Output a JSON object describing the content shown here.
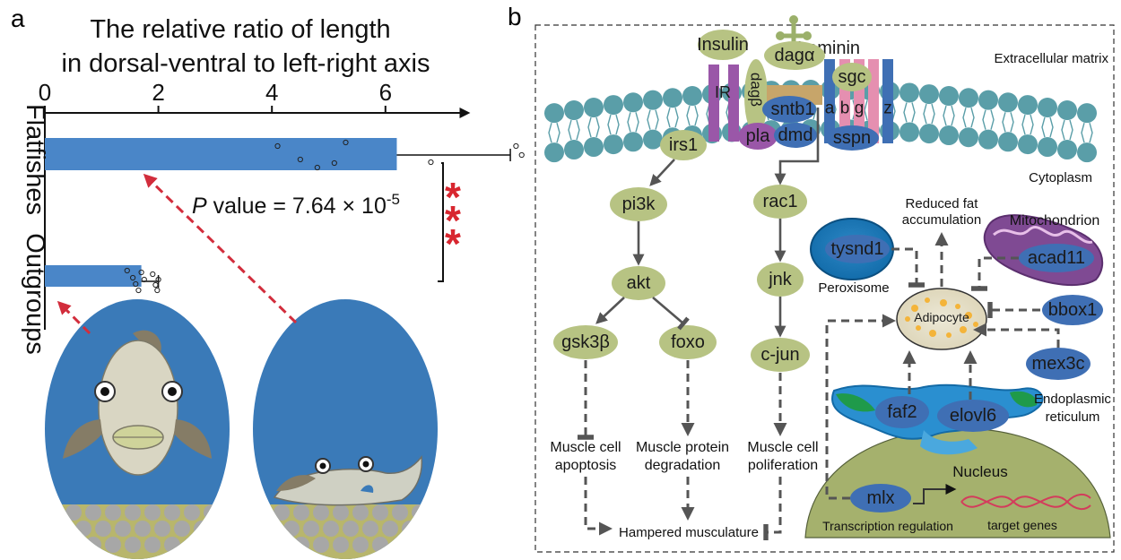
{
  "panel_a": {
    "label": "a",
    "title_line1": "The relative ratio of length",
    "title_line2": "in dorsal-ventral to left-right axis",
    "pvalue_prefix": "P",
    "pvalue_text": " value = 7.64 × 10",
    "pvalue_exp": "-5",
    "stars": "*"
  },
  "chart_data": {
    "type": "bar",
    "orientation": "horizontal",
    "title": "The relative ratio of length in dorsal-ventral to left-right axis",
    "categories": [
      "Flatfishes",
      "Outgroups"
    ],
    "values": [
      6.2,
      1.7
    ],
    "error_upper": [
      8.2,
      2.0
    ],
    "xlim": [
      0,
      7.5
    ],
    "xticks": [
      0,
      2,
      4,
      6
    ],
    "points": {
      "Flatfishes": [
        4.1,
        4.5,
        4.8,
        5.1,
        5.3,
        6.8,
        8.3,
        8.4
      ],
      "Outgroups": [
        1.45,
        1.55,
        1.6,
        1.65,
        1.7,
        1.75,
        1.9,
        1.95,
        1.98,
        2.0
      ]
    },
    "significance": "***",
    "p_value": "7.64 × 10^-5"
  },
  "panel_b": {
    "label": "b",
    "extracellular": "Extracellular matrix",
    "cytoplasm": "Cytoplasm",
    "membrane": {
      "insulin": "Insulin",
      "laminin": "Laminin",
      "ir": "IR",
      "dagb": "dagβ",
      "daga": "dagα",
      "sgc": "sgc",
      "sntb1": "sntb1",
      "a": "a",
      "b": "b",
      "g": "g",
      "z": "z",
      "pla": "pla",
      "dmd": "dmd",
      "sspn": "sspn"
    },
    "nodes": {
      "irs1": "irs1",
      "pi3k": "pi3k",
      "akt": "akt",
      "gsk3b": "gsk3β",
      "foxo": "foxo",
      "rac1": "rac1",
      "jnk": "jnk",
      "cjun": "c-jun"
    },
    "outcomes": {
      "apoptosis_1": "Muscle cell",
      "apoptosis_2": "apoptosis",
      "degradation_1": "Muscle protein",
      "degradation_2": "degradation",
      "proliferation_1": "Muscle cell",
      "proliferation_2": "poliferation",
      "hampered": "Hampered musculature"
    },
    "fat": {
      "reduced_1": "Reduced fat",
      "reduced_2": "accumulation",
      "mitochondrion": "Mitochondrion",
      "tysnd1": "tysnd1",
      "peroxisome": "Peroxisome",
      "acad11": "acad11",
      "adipocyte": "Adipocyte",
      "bbox1": "bbox1",
      "mex3c": "mex3c",
      "er_1": "Endoplasmic",
      "er_2": "reticulum",
      "faf2": "faf2",
      "elovl6": "elovl6",
      "nucleus": "Nucleus",
      "mlx": "mlx",
      "transcription": "Transcription regulation",
      "target_genes": "target genes"
    },
    "colors": {
      "green_node": "#b7c383",
      "blue_node": "#3f6fb4",
      "membrane": "#5a9ea8",
      "purple_receptor": "#9a57a8",
      "pink_receptor": "#e58fb0"
    }
  }
}
